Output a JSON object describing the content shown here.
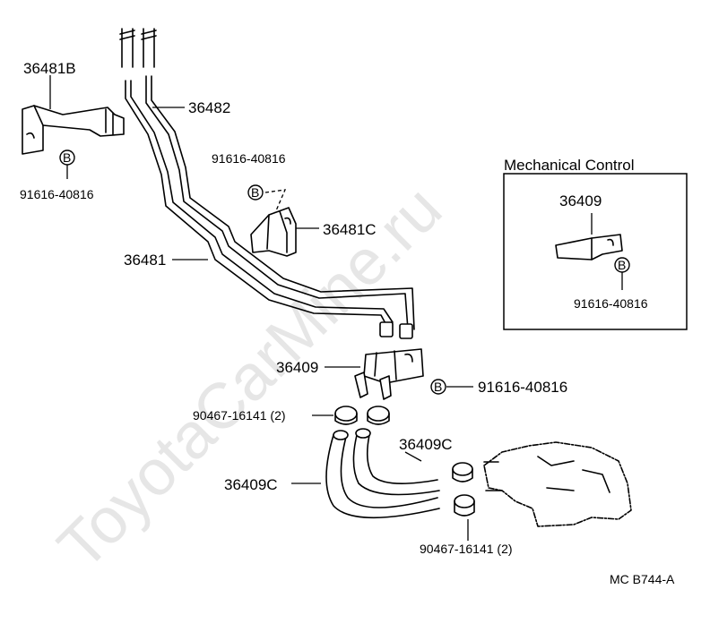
{
  "watermark": "ToyotaCarMine.ru",
  "inset": {
    "title": "Mechanical Control",
    "part_label": "36409",
    "bolt_badge": "B",
    "bolt_label": "91616-40816"
  },
  "labels": {
    "bracket_left": "36481B",
    "bolt_left_badge": "B",
    "bolt_left": "91616-40816",
    "pipe_36482": "36482",
    "bolt_mid": "91616-40816",
    "bolt_mid_badge": "B",
    "clamp_36481c": "36481C",
    "pipe_36481": "36481",
    "bracket_36409": "36409",
    "bolt_right_badge": "B",
    "bolt_right": "91616-40816",
    "clip_upper": "90467-16141 (2)",
    "hose_upper": "36409C",
    "hose_left": "36409C",
    "clip_lower": "90467-16141 (2)"
  },
  "diagram_code": "MC  B744-A"
}
